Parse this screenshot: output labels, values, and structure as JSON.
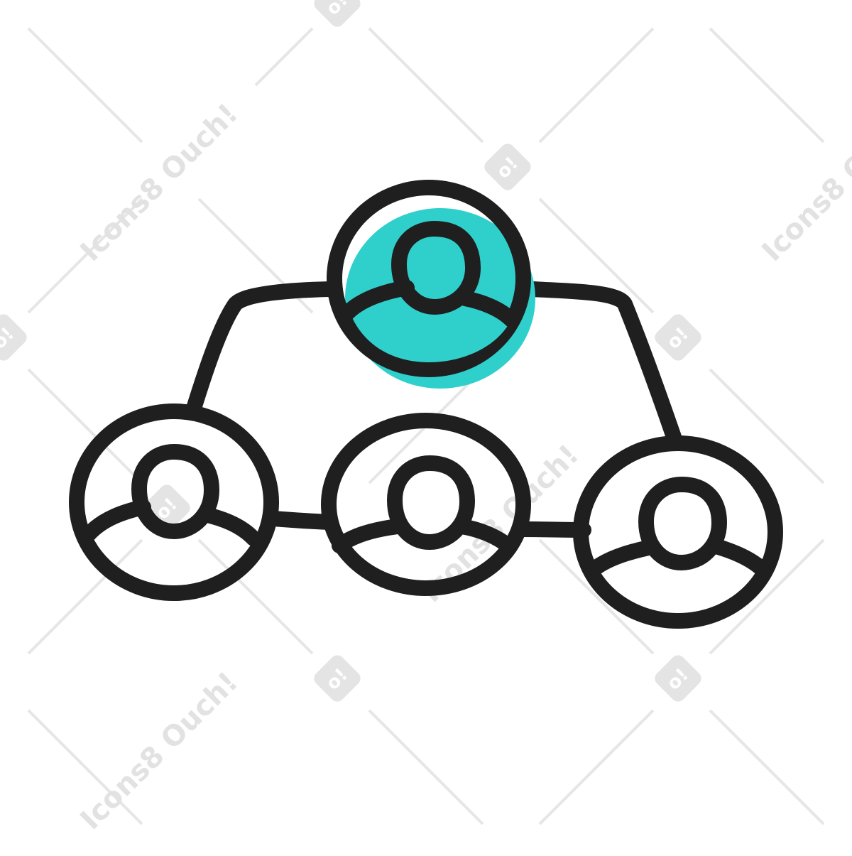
{
  "watermark": {
    "text": "Icons8 Ouch!",
    "badge_glyph": "o!"
  },
  "colors": {
    "outline": "#1f1f1f",
    "accent": "#2fd0cc",
    "watermark": "#e4e4e4",
    "background": "#ffffff"
  },
  "diagram": {
    "type": "org-hierarchy",
    "nodes": [
      {
        "id": "top",
        "icon": "person-avatar-icon",
        "highlighted": true
      },
      {
        "id": "bottom-left",
        "icon": "person-avatar-icon",
        "highlighted": false
      },
      {
        "id": "bottom-middle",
        "icon": "person-avatar-icon",
        "highlighted": false
      },
      {
        "id": "bottom-right",
        "icon": "person-avatar-icon",
        "highlighted": false
      }
    ],
    "edges": [
      {
        "from": "top",
        "to": "bottom-left"
      },
      {
        "from": "top",
        "to": "bottom-right"
      },
      {
        "from": "bottom-left",
        "to": "bottom-middle"
      },
      {
        "from": "bottom-middle",
        "to": "bottom-right"
      }
    ]
  }
}
